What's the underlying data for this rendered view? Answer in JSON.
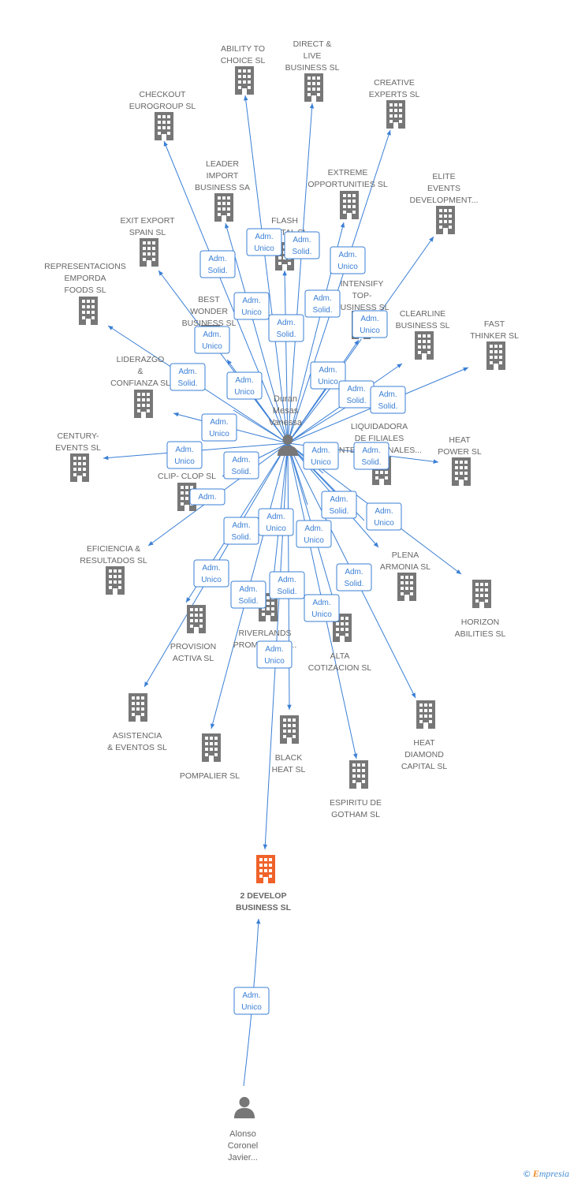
{
  "colors": {
    "edge": "#3a7fd5",
    "building": "#777777",
    "focus_building": "#f0622a",
    "person": "#777777"
  },
  "persons": [
    {
      "id": "duran",
      "lines": [
        "Duran",
        "Mesas",
        "Vanessa"
      ],
      "icon": "person-icon"
    },
    {
      "id": "alonso",
      "lines": [
        "Alonso",
        "Coronel",
        "Javier..."
      ],
      "icon": "person-icon"
    }
  ],
  "companies": [
    {
      "id": "ability",
      "lines": [
        "ABILITY TO",
        "CHOICE SL"
      ]
    },
    {
      "id": "direct",
      "lines": [
        "DIRECT &",
        "LIVE",
        "BUSINESS SL"
      ]
    },
    {
      "id": "creative",
      "lines": [
        "CREATIVE",
        "EXPERTS  SL"
      ]
    },
    {
      "id": "checkout",
      "lines": [
        "CHECKOUT",
        "EUROGROUP SL"
      ]
    },
    {
      "id": "leader",
      "lines": [
        "LEADER",
        "IMPORT",
        "BUSINESS SA"
      ]
    },
    {
      "id": "extreme",
      "lines": [
        "EXTREME",
        "OPPORTUNITIES SL"
      ]
    },
    {
      "id": "elite",
      "lines": [
        "ELITE",
        "EVENTS",
        "DEVELOPMENT..."
      ]
    },
    {
      "id": "exit",
      "lines": [
        "EXIT EXPORT",
        "SPAIN SL"
      ]
    },
    {
      "id": "flash",
      "lines": [
        "FLASH",
        "CAPITAL SL"
      ]
    },
    {
      "id": "representacions",
      "lines": [
        "REPRESENTACIONS",
        "EMPORDA",
        "FOODS  SL"
      ]
    },
    {
      "id": "intensify",
      "lines": [
        "INTENSIFY",
        "TOP-",
        "BUSINESS SL"
      ]
    },
    {
      "id": "best",
      "lines": [
        "BEST",
        "WONDER",
        "BUSINESS SL"
      ]
    },
    {
      "id": "clearline",
      "lines": [
        "CLEARLINE",
        "BUSINESS SL"
      ]
    },
    {
      "id": "fast",
      "lines": [
        "FAST",
        "THINKER  SL"
      ]
    },
    {
      "id": "liderazgo",
      "lines": [
        "LIDERAZGO",
        "&",
        "CONFIANZA SL"
      ]
    },
    {
      "id": "liquidadora",
      "lines": [
        "LIQUIDADORA",
        "DE FILIALES",
        "INTERNACIONALES..."
      ]
    },
    {
      "id": "century",
      "lines": [
        "CENTURY-",
        "EVENTS  SL"
      ]
    },
    {
      "id": "heatpower",
      "lines": [
        "HEAT",
        "POWER SL"
      ]
    },
    {
      "id": "clipclop",
      "lines": [
        "CLIP- CLOP SL"
      ]
    },
    {
      "id": "eficiencia",
      "lines": [
        "EFICIENCIA &",
        "RESULTADOS SL"
      ]
    },
    {
      "id": "plena",
      "lines": [
        "PLENA",
        "ARMONIA SL"
      ]
    },
    {
      "id": "horizon",
      "lines": [
        "HORIZON",
        "ABILITIES SL"
      ]
    },
    {
      "id": "provision",
      "lines": [
        "PROVISION",
        "ACTIVA SL"
      ]
    },
    {
      "id": "riverlands",
      "lines": [
        "RIVERLANDS",
        "PROMOTIONS..."
      ]
    },
    {
      "id": "alta",
      "lines": [
        "ALTA",
        "COTIZACION SL"
      ]
    },
    {
      "id": "asistencia",
      "lines": [
        "ASISTENCIA",
        "& EVENTOS  SL"
      ]
    },
    {
      "id": "heatdiamond",
      "lines": [
        "HEAT",
        "DIAMOND",
        "CAPITAL SL"
      ]
    },
    {
      "id": "pompalier",
      "lines": [
        "POMPALIER SL"
      ]
    },
    {
      "id": "blackheat",
      "lines": [
        "BLACK",
        "HEAT SL"
      ]
    },
    {
      "id": "espiritu",
      "lines": [
        "ESPIRITU DE",
        "GOTHAM  SL"
      ]
    },
    {
      "id": "develop",
      "lines": [
        "2 DEVELOP",
        "BUSINESS  SL"
      ],
      "focus": true
    }
  ],
  "badges": [
    {
      "id": "b1",
      "lines": [
        "Adm.",
        "Unico"
      ]
    },
    {
      "id": "b2",
      "lines": [
        "Adm.",
        "Solid."
      ]
    },
    {
      "id": "b3",
      "lines": [
        "Adm.",
        "Solid."
      ]
    },
    {
      "id": "b4",
      "lines": [
        "Adm.",
        "Unico"
      ]
    },
    {
      "id": "b5",
      "lines": [
        "Adm.",
        "Unico"
      ]
    },
    {
      "id": "b6",
      "lines": [
        "Adm.",
        "Solid."
      ]
    },
    {
      "id": "b7",
      "lines": [
        "Adm.",
        "Solid."
      ]
    },
    {
      "id": "b8",
      "lines": [
        "Adm.",
        "Unico"
      ]
    },
    {
      "id": "b9",
      "lines": [
        "Adm.",
        "Unico"
      ]
    },
    {
      "id": "b10",
      "lines": [
        "Adm.",
        "Unico"
      ]
    },
    {
      "id": "b11",
      "lines": [
        "Adm.",
        "Solid."
      ]
    },
    {
      "id": "b12",
      "lines": [
        "Adm.",
        "Unico"
      ]
    },
    {
      "id": "b13",
      "lines": [
        "Adm.",
        "Solid."
      ]
    },
    {
      "id": "b14",
      "lines": [
        "Adm.",
        "Solid."
      ]
    },
    {
      "id": "b15",
      "lines": [
        "Adm.",
        "Unico"
      ]
    },
    {
      "id": "b16",
      "lines": [
        "Adm.",
        "Solid."
      ]
    },
    {
      "id": "b17",
      "lines": [
        "Adm.",
        "Unico"
      ]
    },
    {
      "id": "b18",
      "lines": [
        "Adm.",
        "Unico"
      ]
    },
    {
      "id": "b19",
      "lines": [
        "Adm.",
        "Solid."
      ]
    },
    {
      "id": "b20",
      "lines": [
        "Adm."
      ]
    },
    {
      "id": "b21",
      "lines": [
        "Adm.",
        "Unico"
      ]
    },
    {
      "id": "b22",
      "lines": [
        "Adm.",
        "Solid."
      ]
    },
    {
      "id": "b23",
      "lines": [
        "Adm.",
        "Unico"
      ]
    },
    {
      "id": "b24",
      "lines": [
        "Adm.",
        "Solid."
      ]
    },
    {
      "id": "b25",
      "lines": [
        "Adm.",
        "Unico"
      ]
    },
    {
      "id": "b26",
      "lines": [
        "Adm.",
        "Unico"
      ]
    },
    {
      "id": "b27",
      "lines": [
        "Adm.",
        "Solid."
      ]
    },
    {
      "id": "b28",
      "lines": [
        "Adm.",
        "Solid."
      ]
    },
    {
      "id": "b29",
      "lines": [
        "Adm.",
        "Solid."
      ]
    },
    {
      "id": "b30",
      "lines": [
        "Adm.",
        "Unico"
      ]
    },
    {
      "id": "b31",
      "lines": [
        "Adm.",
        "Unico"
      ]
    },
    {
      "id": "b32",
      "lines": [
        "Adm.",
        "Unico"
      ]
    }
  ],
  "footer": {
    "copyright": "©",
    "brand_first": "E",
    "brand_rest": "mpresia"
  }
}
